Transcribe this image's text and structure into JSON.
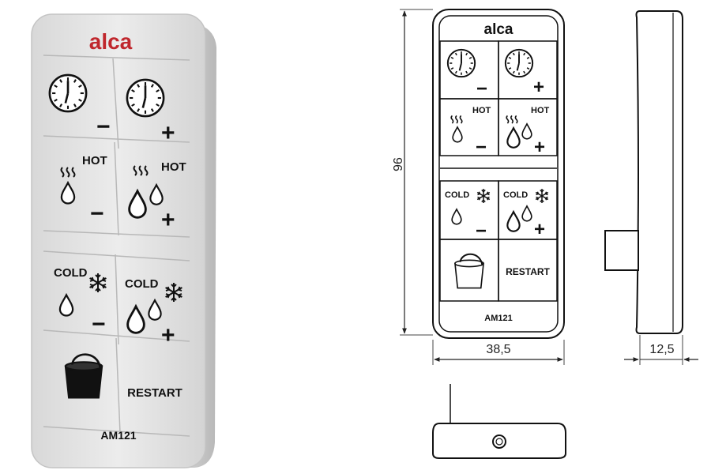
{
  "brand": {
    "name": "alca",
    "color": "#c0272d"
  },
  "model": "AM121",
  "buttons": {
    "timer_minus": {
      "icon": "clock-icon",
      "sign": "−"
    },
    "timer_plus": {
      "icon": "clock-icon",
      "sign": "+"
    },
    "hot_minus": {
      "label": "HOT",
      "icon": "steam-drop-icon",
      "sign": "−"
    },
    "hot_plus": {
      "label": "HOT",
      "icon": "steam-drops-icon",
      "sign": "+"
    },
    "cold_minus": {
      "label": "COLD",
      "icon": "snowflake-drop-icon",
      "sign": "−"
    },
    "cold_plus": {
      "label": "COLD",
      "icon": "snowflake-drops-icon",
      "sign": "+"
    },
    "bucket": {
      "icon": "bucket-icon"
    },
    "restart": {
      "label": "RESTART"
    }
  },
  "dimensions": {
    "height": "96",
    "width": "38,5",
    "depth": "12,5"
  },
  "colors": {
    "body": "#e4e4e4",
    "outline": "#222222"
  }
}
